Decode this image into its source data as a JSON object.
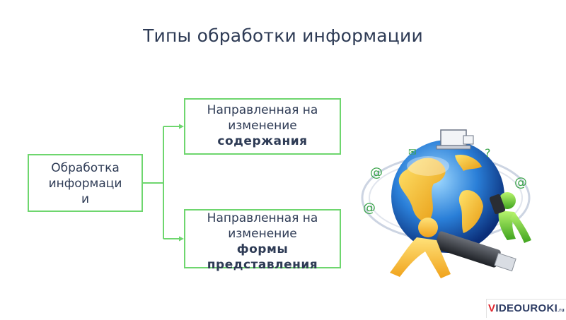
{
  "slide": {
    "title": "Типы обработки информации"
  },
  "diagram": {
    "main_box": {
      "line1": "Обработка",
      "line2": "информаци",
      "line3": "и"
    },
    "content_box": {
      "line1": "Направленная на",
      "line2": "изменение",
      "line3_bold": "содержания"
    },
    "form_box": {
      "line1": "Направленная на",
      "line2": "изменение",
      "line3_bold": "формы",
      "line4_bold": "представления"
    },
    "connector_color": "#6ed66e"
  },
  "illustration": {
    "icon": "globe-internet-icon"
  },
  "watermark": {
    "v": "V",
    "rest": "IDEOUROKI",
    "suffix": ".ru"
  }
}
